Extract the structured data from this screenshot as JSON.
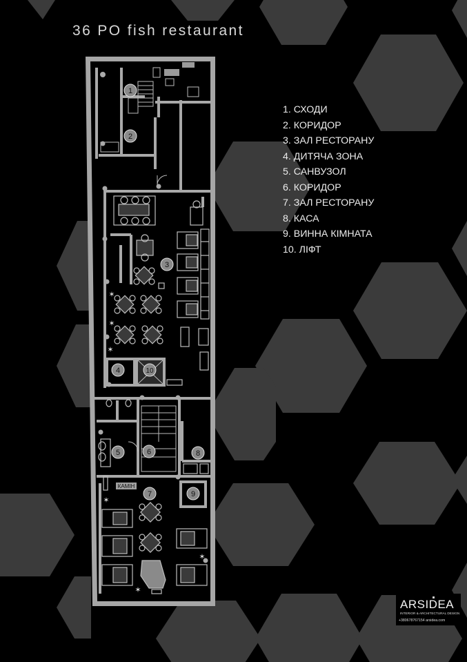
{
  "title": "36 PO fish restaurant",
  "legend": [
    "1. СХОДИ",
    "2. КОРИДОР",
    "3. ЗАЛ РЕСТОРАНУ",
    "4. ДИТЯЧА ЗОНА",
    "5. САНВУЗОЛ",
    "6. КОРИДОР",
    "7. ЗАЛ РЕСТОРАНУ",
    "8. КАСА",
    "9. ВИННА КІМНАТА",
    "10. ЛІФТ"
  ],
  "room_markers": [
    "1",
    "2",
    "3",
    "4",
    "5",
    "6",
    "7",
    "8",
    "9",
    "10"
  ],
  "fireplace_label": "КАМІН",
  "logo": {
    "name": "ARSIDEA",
    "tagline": "INTERIOR & ARCHITECTURAL DESIGN",
    "contact": "+380678767154   arsidea.com"
  },
  "colors": {
    "background": "#000000",
    "hexagon": "#3a3a3a",
    "wall": "#a9a9a9",
    "furniture_line": "#b0b0b0",
    "text": "#e8e8e8"
  }
}
